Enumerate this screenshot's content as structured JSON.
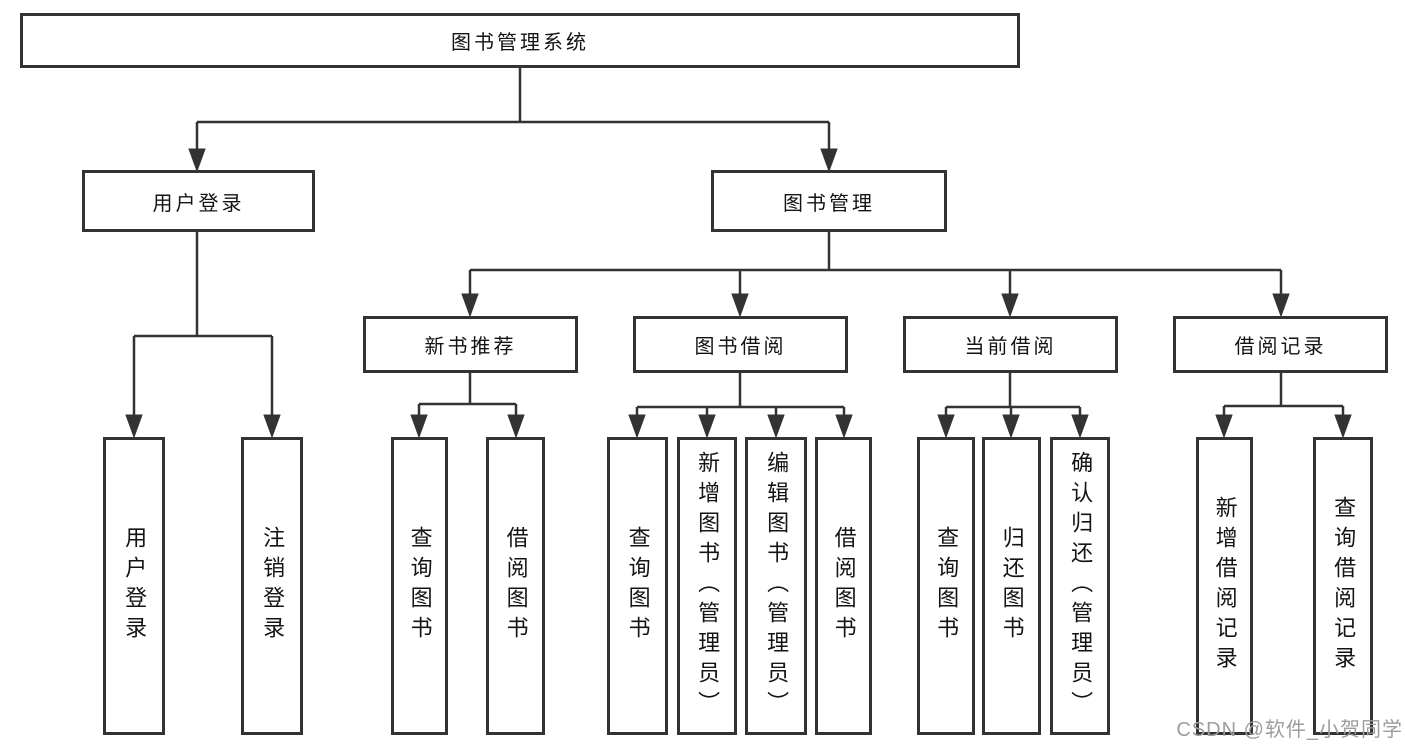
{
  "nodes": {
    "root": "图书管理系统",
    "login_group": "用户登录",
    "book_mgmt": "图书管理",
    "new_book_rec": "新书推荐",
    "book_borrow": "图书借阅",
    "current_borrow": "当前借阅",
    "borrow_records": "借阅记录",
    "user_login": "用户登录",
    "logout": "注销登录",
    "nb_query_book": "查询图书",
    "nb_borrow_book": "借阅图书",
    "bb_query_book": "查询图书",
    "bb_add_book": "新增图书（管理员）",
    "bb_edit_book": "编辑图书（管理员）",
    "bb_borrow_book": "借阅图书",
    "cb_query_book": "查询图书",
    "cb_return_book": "归还图书",
    "cb_confirm_return": "确认归还（管理员）",
    "br_add_record": "新增借阅记录",
    "br_query_record": "查询借阅记录"
  },
  "watermark": "CSDN @软件_小贺同学",
  "colors": {
    "line": "#333333",
    "background": "#ffffff",
    "text": "#141414",
    "watermark": "#9d9d9d"
  }
}
